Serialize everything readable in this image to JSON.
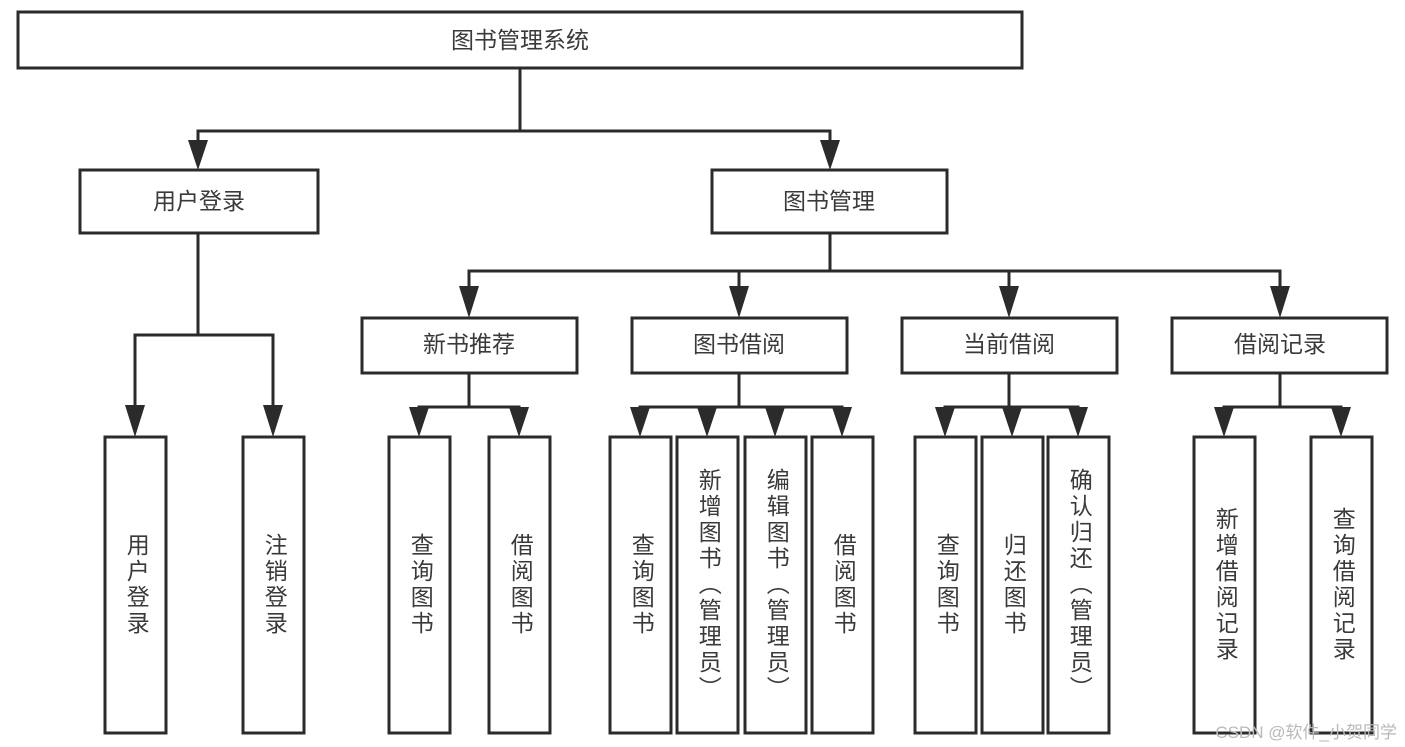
{
  "diagram": {
    "type": "tree-hierarchy",
    "title": "图书管理系统",
    "orientation": "top-down",
    "colors": {
      "stroke": "#2b2b2b",
      "fill": "#ffffff",
      "text": "#3a3a3a",
      "watermark": "#b9b9b9"
    },
    "root": {
      "label": "图书管理系统"
    },
    "level2": [
      {
        "label": "用户登录"
      },
      {
        "label": "图书管理"
      }
    ],
    "level3": [
      {
        "label": "新书推荐"
      },
      {
        "label": "图书借阅"
      },
      {
        "label": "当前借阅"
      },
      {
        "label": "借阅记录"
      }
    ],
    "leaves": {
      "user_login": [
        {
          "label": "用户登录"
        },
        {
          "label": "注销登录"
        }
      ],
      "new_book_recommend": [
        {
          "label": "查询图书"
        },
        {
          "label": "借阅图书"
        }
      ],
      "book_borrow": [
        {
          "label": "查询图书"
        },
        {
          "label": "新增图书（管理员）"
        },
        {
          "label": "编辑图书（管理员）"
        },
        {
          "label": "借阅图书"
        }
      ],
      "current_borrow": [
        {
          "label": "查询图书"
        },
        {
          "label": "归还图书"
        },
        {
          "label": "确认归还（管理员）"
        }
      ],
      "borrow_record": [
        {
          "label": "新增借阅记录"
        },
        {
          "label": "查询借阅记录"
        }
      ]
    }
  },
  "watermark": {
    "text": "CSDN @软件_小贺同学"
  }
}
